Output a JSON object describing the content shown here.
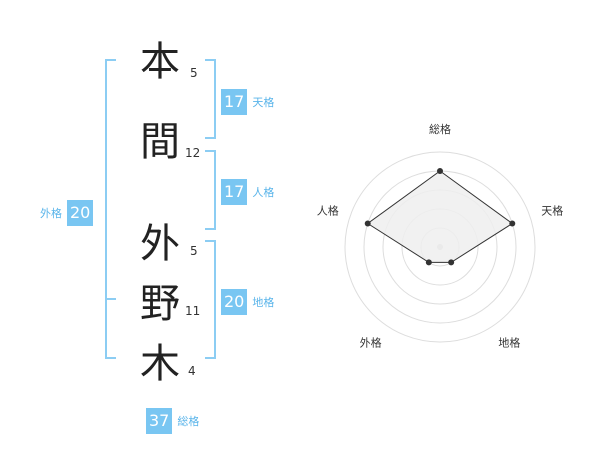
{
  "name": {
    "characters": [
      {
        "char": "本",
        "strokes": "5"
      },
      {
        "char": "間",
        "strokes": "12"
      },
      {
        "char": "外",
        "strokes": "5"
      },
      {
        "char": "野",
        "strokes": "11"
      },
      {
        "char": "木",
        "strokes": "4"
      }
    ]
  },
  "scores": {
    "tenkaku": {
      "value": "17",
      "label": "天格"
    },
    "jinkaku": {
      "value": "17",
      "label": "人格"
    },
    "chikaku": {
      "value": "20",
      "label": "地格"
    },
    "gaikaku": {
      "value": "20",
      "label": "外格"
    },
    "soukaku": {
      "value": "37",
      "label": "総格"
    }
  },
  "radar": {
    "axes": [
      "総格",
      "天格",
      "地格",
      "外格",
      "人格"
    ],
    "levels": 5,
    "values": [
      4,
      4,
      1,
      1,
      4
    ],
    "colors": {
      "grid": "#dddddd",
      "fill": "#efefef",
      "line": "#333333",
      "center": "#cccccc"
    }
  },
  "colors": {
    "accent": "#79c6f2",
    "bracket": "#8ccdf3",
    "label": "#59b4ea"
  }
}
